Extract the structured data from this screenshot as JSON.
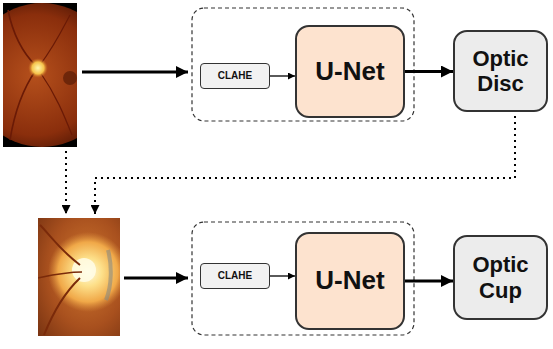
{
  "diagram": {
    "nodes": [
      {
        "text": [
          "CLAHE"
        ]
      },
      {
        "text": [
          "U-Net"
        ]
      },
      {
        "text": [
          "Optic Disc"
        ]
      },
      {
        "text": [
          "CLAHE"
        ]
      },
      {
        "text": [
          "U-Net"
        ]
      },
      {
        "text": [
          "Optic Cup"
        ]
      }
    ],
    "edges": [
      {
        "from": 0,
        "to": 1,
        "arrow": "to"
      },
      {
        "from": 1,
        "to": 2,
        "arrow": "to"
      },
      {
        "from": 3,
        "to": 4,
        "arrow": "to"
      },
      {
        "from": 4,
        "to": 5,
        "arrow": "to"
      }
    ]
  }
}
